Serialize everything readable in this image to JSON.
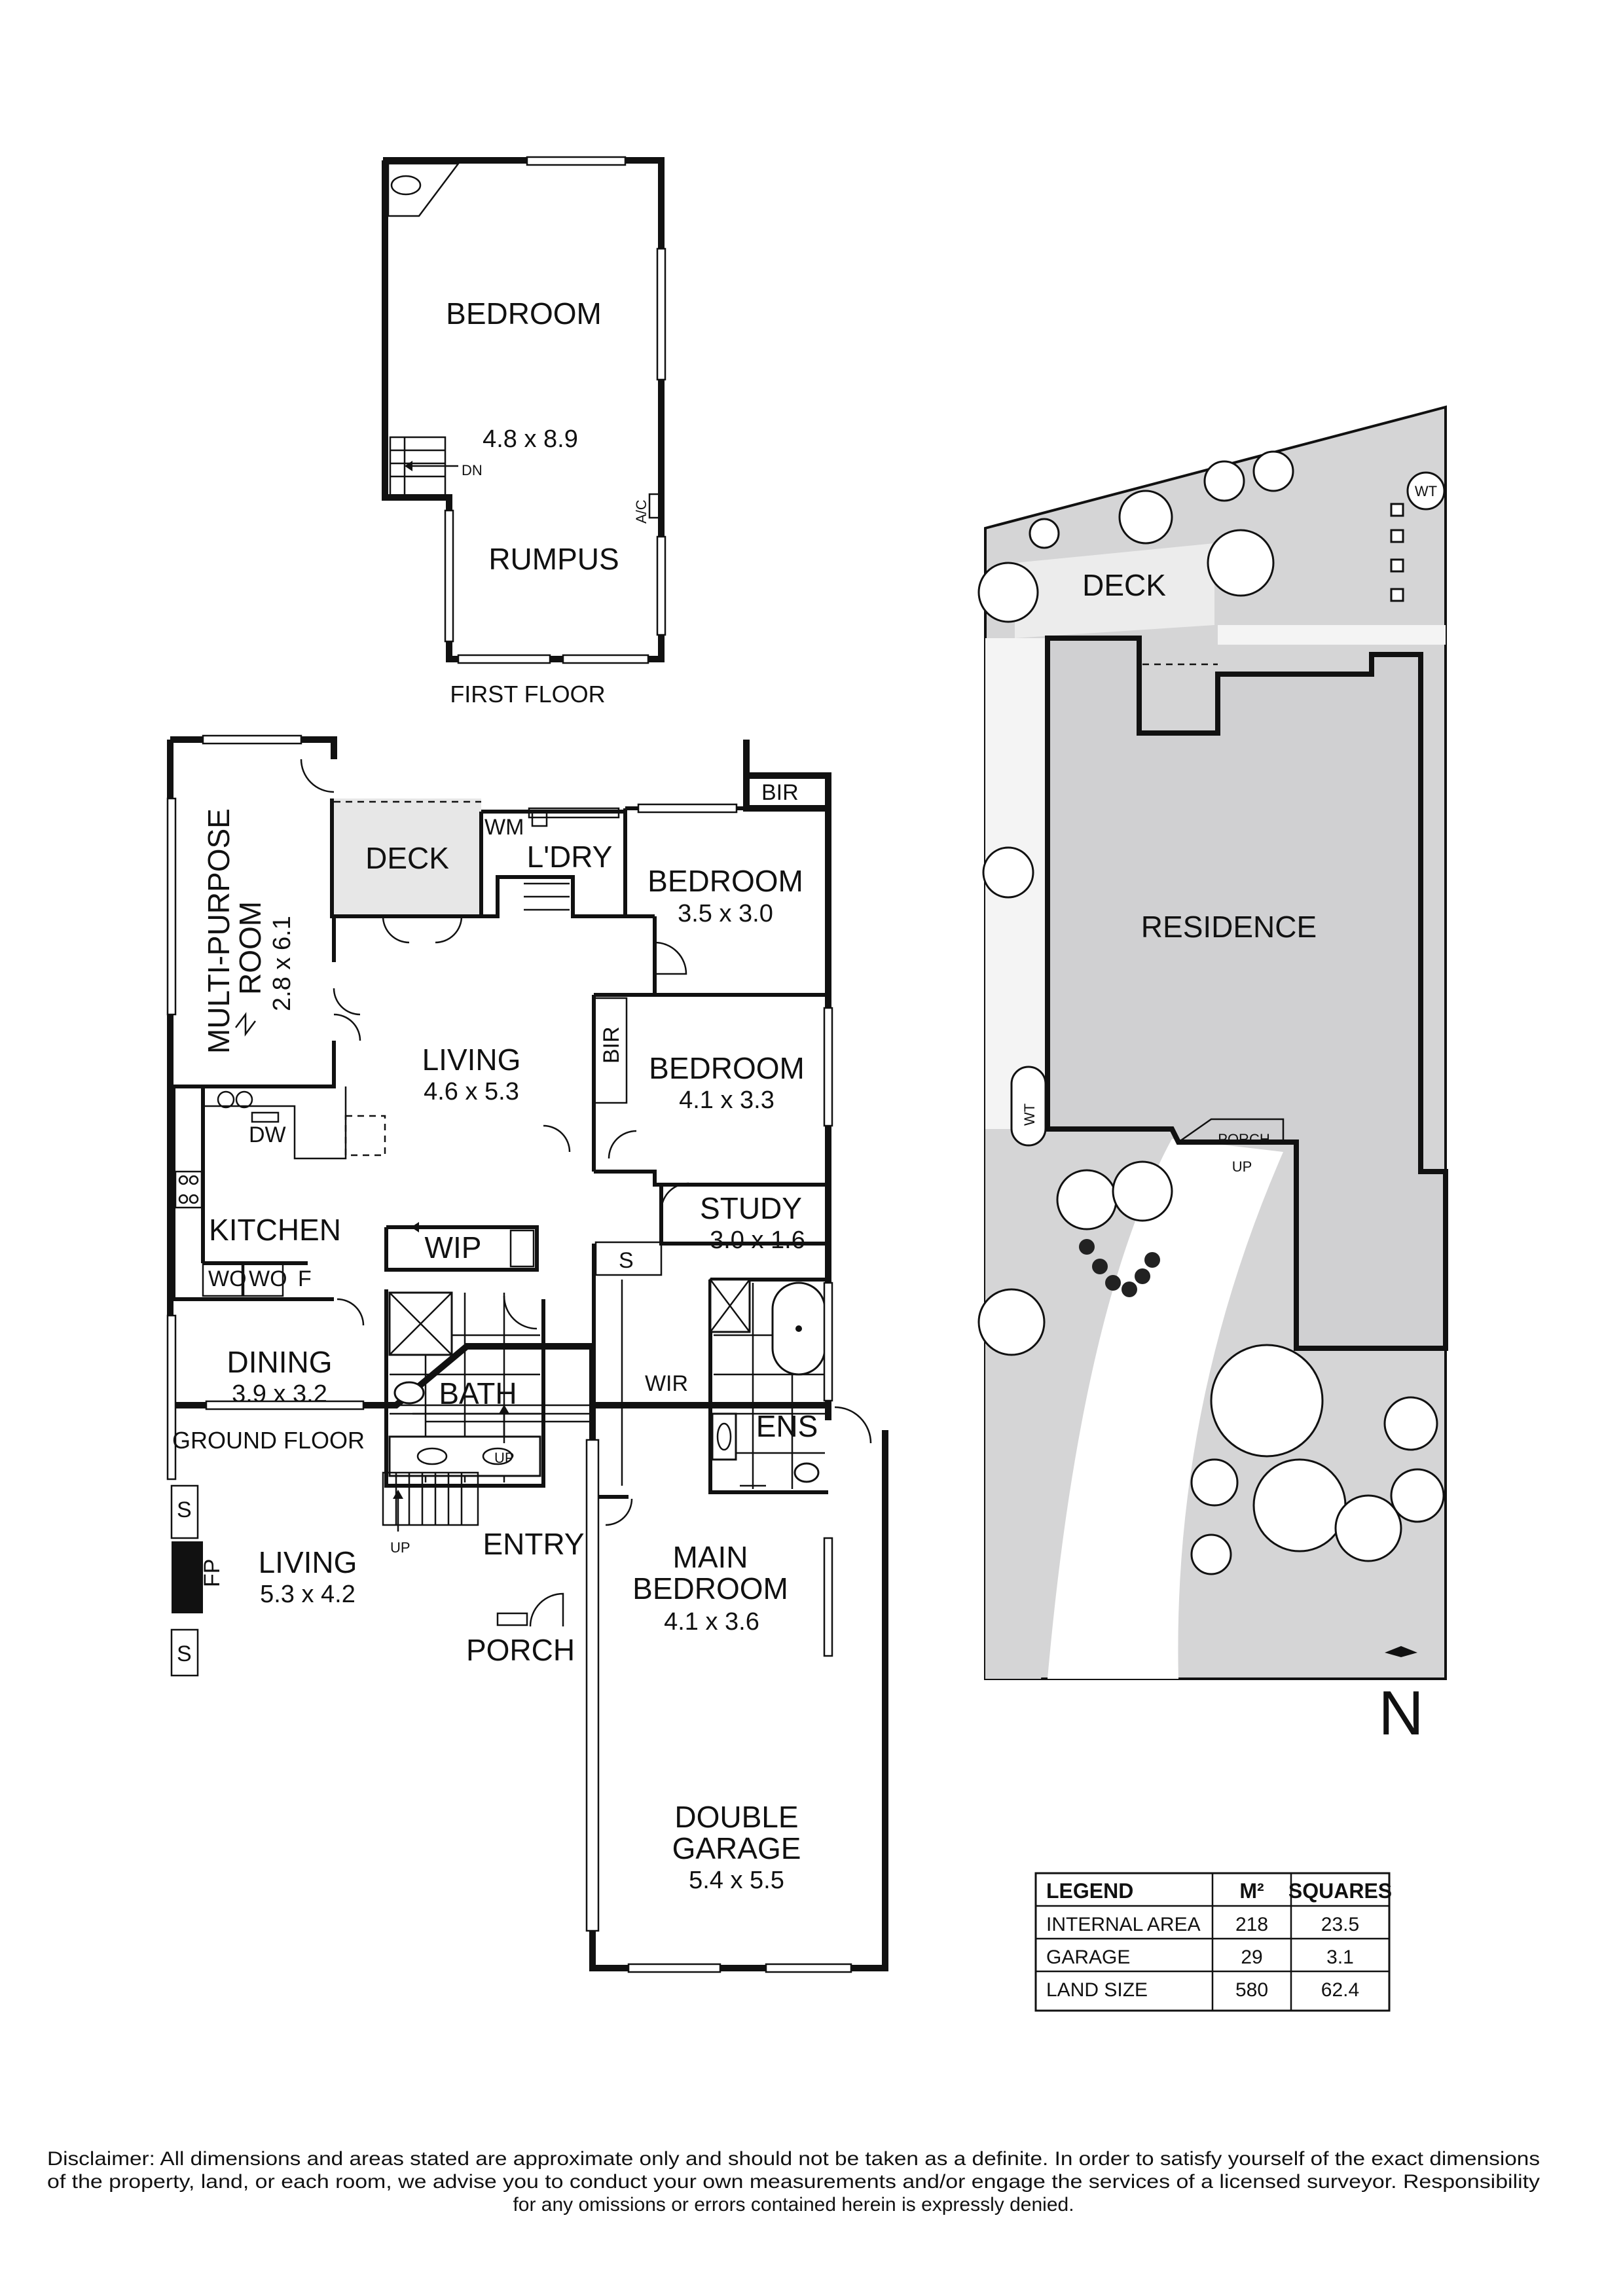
{
  "rooms": {
    "first_bedroom": {
      "name": "BEDROOM",
      "dims": "4.8 x 8.9"
    },
    "rumpus": {
      "name": "RUMPUS"
    },
    "multi_purpose": {
      "name_line1": "MULTI-PURPOSE",
      "name_line2": "ROOM",
      "dims": "2.8 x 6.1"
    },
    "deck": {
      "name": "DECK"
    },
    "laundry": {
      "name": "L'DRY"
    },
    "bedroom2": {
      "name": "BEDROOM",
      "dims": "3.5 x 3.0"
    },
    "bedroom3": {
      "name": "BEDROOM",
      "dims": "4.1 x 3.3"
    },
    "living_upper": {
      "name": "LIVING",
      "dims": "4.6 x 5.3"
    },
    "kitchen": {
      "name": "KITCHEN"
    },
    "wip": {
      "name": "WIP"
    },
    "study": {
      "name": "STUDY",
      "dims": "3.0 x 1.6"
    },
    "dining": {
      "name": "DINING",
      "dims": "3.9 x 3.2"
    },
    "bath": {
      "name": "BATH"
    },
    "wir": {
      "name": "WIR"
    },
    "ens": {
      "name": "ENS"
    },
    "entry": {
      "name": "ENTRY"
    },
    "living_lower": {
      "name": "LIVING",
      "dims": "5.3 x 4.2"
    },
    "main_bedroom": {
      "name_line1": "MAIN",
      "name_line2": "BEDROOM",
      "dims": "4.1 x 3.6"
    },
    "porch": {
      "name": "PORCH"
    },
    "garage": {
      "name_line1": "DOUBLE",
      "name_line2": "GARAGE",
      "dims": "5.4 x 5.5"
    }
  },
  "fixtures": {
    "dn": "DN",
    "ac": "A/C",
    "wm": "WM",
    "bir": "BIR",
    "dw": "DW",
    "wo": "WO",
    "f": "F",
    "s": "S",
    "fp": "FP",
    "up": "UP"
  },
  "captions": {
    "first_floor": "FIRST FLOOR",
    "ground_floor": "GROUND FLOOR"
  },
  "site_plan": {
    "deck": "DECK",
    "residence": "RESIDENCE",
    "porch": "PORCH",
    "up": "UP",
    "wt": "WT",
    "north": "N"
  },
  "legend": {
    "headers": [
      "LEGEND",
      "M²",
      "SQUARES"
    ],
    "rows": [
      [
        "INTERNAL AREA",
        "218",
        "23.5"
      ],
      [
        "GARAGE",
        "29",
        "3.1"
      ],
      [
        "LAND SIZE",
        "580",
        "62.4"
      ]
    ]
  },
  "disclaimer": {
    "line1": "Disclaimer: All dimensions and areas stated are approximate only and should not be taken as a definite. In order to satisfy yourself of the exact dimensions",
    "line2": "of the property, land, or each room, we advise you to conduct your own measurements and/or engage the services of a licensed surveyor. Responsibility",
    "line3": "for any omissions or errors contained herein is expressly denied."
  }
}
